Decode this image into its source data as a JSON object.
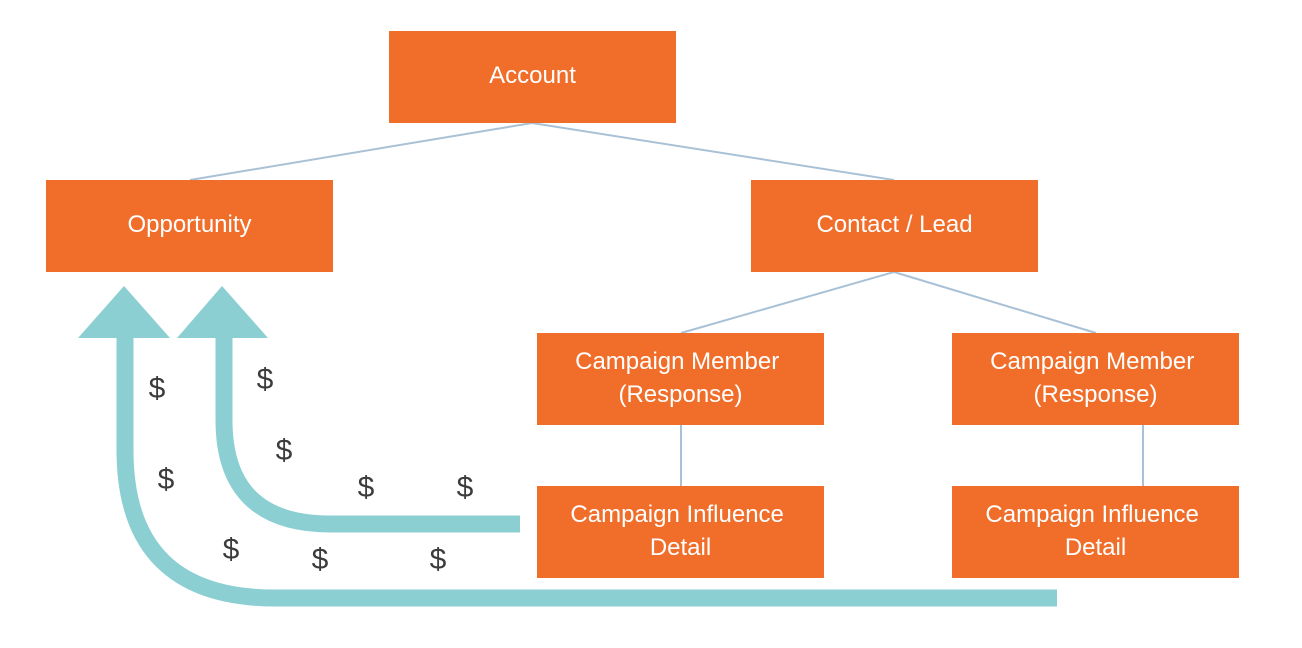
{
  "nodes": {
    "account": [
      "Account"
    ],
    "opportunity": [
      "Opportunity"
    ],
    "contact_lead": [
      "Contact / Lead"
    ],
    "campaign_member_1": [
      "Campaign Member",
      "(Response)"
    ],
    "campaign_member_2": [
      "Campaign Member",
      "(Response)"
    ],
    "influence_detail_1": [
      "Campaign Influence",
      "Detail"
    ],
    "influence_detail_2": [
      "Campaign Influence",
      "Detail"
    ]
  },
  "edges": [
    [
      "account",
      "opportunity"
    ],
    [
      "account",
      "contact_lead"
    ],
    [
      "contact_lead",
      "campaign_member_1"
    ],
    [
      "contact_lead",
      "campaign_member_2"
    ],
    [
      "campaign_member_1",
      "influence_detail_1"
    ],
    [
      "campaign_member_2",
      "influence_detail_2"
    ]
  ],
  "flow_symbol": "$",
  "colors": {
    "node_fill": "#f06e2a",
    "node_text": "#ffffff",
    "connector": "#a9c1d6",
    "flow_arrow": "#8ccfd3",
    "dollar": "#3c3c3c"
  }
}
